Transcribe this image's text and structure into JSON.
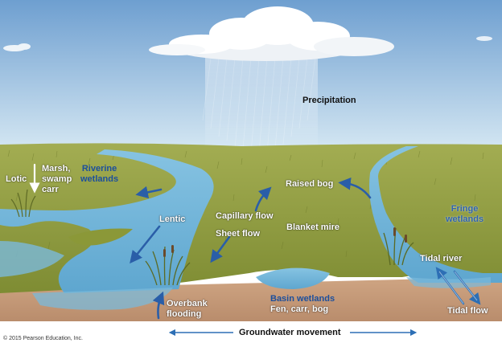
{
  "labels": {
    "precipitation": "Precipitation",
    "lotic_left": "Lotic",
    "marsh": "Marsh,\nswamp\ncarr",
    "riverine": "Riverine\nwetlands",
    "lentic": "Lentic",
    "capillary_flow": "Capillary flow",
    "sheet_flow": "Sheet flow",
    "raised_bog": "Raised bog",
    "blanket_mire": "Blanket mire",
    "fringe": "Fringe\nwetlands",
    "tidal_river": "Tidal river",
    "tidal_flow": "Tidal flow",
    "overbank": "Overbank\nflooding",
    "basin_title": "Basin wetlands",
    "basin_sub": "Fen, carr, bog",
    "groundwater": "Groundwater movement",
    "credit": "© 2015 Pearson Education, Inc."
  },
  "colors": {
    "sky_top": "#6e9fd0",
    "sky_bottom": "#cfe3f1",
    "grass": "#8c9a3c",
    "water": "#6fb4d8",
    "soil": "#c89c7c",
    "label_blue": "#1c4f9c",
    "arrow_blue": "#2a5ea8"
  }
}
